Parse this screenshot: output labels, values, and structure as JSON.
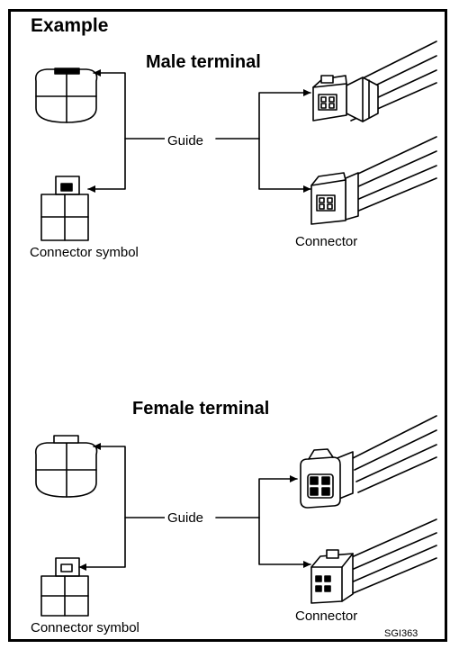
{
  "diagram": {
    "example_label": "Example",
    "male": {
      "title": "Male terminal",
      "guide_label": "Guide",
      "connector_symbol_label": "Connector symbol",
      "connector_label": "Connector"
    },
    "female": {
      "title": "Female terminal",
      "guide_label": "Guide",
      "connector_symbol_label": "Connector symbol",
      "connector_label": "Connector"
    },
    "figure_code": "SGI363"
  }
}
